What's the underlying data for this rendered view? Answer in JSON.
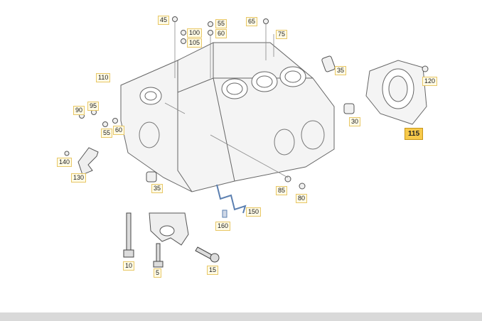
{
  "diagram": {
    "labels": [
      {
        "id": "45",
        "text": "45"
      },
      {
        "id": "100",
        "text": "100"
      },
      {
        "id": "105",
        "text": "105"
      },
      {
        "id": "55a",
        "text": "55"
      },
      {
        "id": "60a",
        "text": "60"
      },
      {
        "id": "65",
        "text": "65"
      },
      {
        "id": "75",
        "text": "75"
      },
      {
        "id": "110",
        "text": "110"
      },
      {
        "id": "35a",
        "text": "35"
      },
      {
        "id": "120",
        "text": "120"
      },
      {
        "id": "90",
        "text": "90"
      },
      {
        "id": "95",
        "text": "95"
      },
      {
        "id": "55b",
        "text": "55"
      },
      {
        "id": "60b",
        "text": "60"
      },
      {
        "id": "30",
        "text": "30"
      },
      {
        "id": "115",
        "text": "115"
      },
      {
        "id": "140",
        "text": "140"
      },
      {
        "id": "130",
        "text": "130"
      },
      {
        "id": "35b",
        "text": "35"
      },
      {
        "id": "85",
        "text": "85"
      },
      {
        "id": "80",
        "text": "80"
      },
      {
        "id": "150",
        "text": "150"
      },
      {
        "id": "160",
        "text": "160"
      },
      {
        "id": "10",
        "text": "10"
      },
      {
        "id": "5",
        "text": "5"
      },
      {
        "id": "15",
        "text": "15"
      }
    ],
    "selected_label": "115",
    "colors": {
      "line": "#555555",
      "fill": "#f2f2f2",
      "accent": "#f7c94a",
      "bottom_bar": "#d9d9d9",
      "bracket_blue": "#5b7fb0"
    }
  }
}
